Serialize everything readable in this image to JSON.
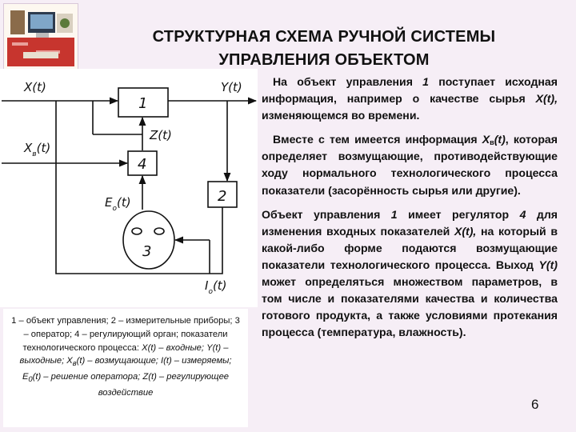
{
  "title_line1": "СТРУКТУРНАЯ СХЕМА РУЧНОЙ СИСТЕМЫ",
  "title_line2": "УПРАВЛЕНИЯ ОБЪЕКТОМ",
  "diagram": {
    "labels": {
      "x": "X(t)",
      "y": "Y(t)",
      "z": "Z(t)",
      "xv": "X",
      "xv_sub": "в",
      "xv_tail": "(t)",
      "eo": "E",
      "eo_sub": "о",
      "eo_tail": "(t)",
      "io": "I",
      "io_sub": "о",
      "io_tail": "(t)"
    },
    "blocks": {
      "b1": "1",
      "b2": "2",
      "b3": "3",
      "b4": "4"
    }
  },
  "caption": {
    "c1": "1 – объект управления; 2 – измерительные приборы; 3 – оператор; 4 – регулирующий орган; показатели технологического процесса: ",
    "c2": "X(t) – входные; Y(t) – выходные; X",
    "c2_sub": "в",
    "c3": "(t) – возмущающие;  I(t) – измеряемы; E",
    "c3_sub": "0",
    "c4": "(t) – решение оператора;  Z(t) – регулирующее воздействие"
  },
  "paragraphs": {
    "p1_a": "На объект управления ",
    "p1_b": "1",
    "p1_c": " поступает исходная информация, например о качестве сырья ",
    "p1_d": "X(t),",
    "p1_e": " изменяющемся во времени.",
    "p2_a": "Вместе с тем имеется информация ",
    "p2_b": "X",
    "p2_sub": "в",
    "p2_c": "(t)",
    "p2_d": ", которая определяет возмущающие, противодействующие ходу нормального технологического процесса показатели (засорённость сырья или другие).",
    "p3_a": "Объект управления ",
    "p3_b": "1",
    "p3_c": " имеет регулятор ",
    "p3_d": "4",
    "p3_e": " для изменения входных показателей ",
    "p3_f": "X(t),",
    "p3_g": " на который в какой-либо форме подаются возмущающие показатели технологического процесса. Выход ",
    "p3_h": "Y(t)",
    "p3_i": " может определяться множеством параметров, в том числе и показателями качества и количества готового продукта, а также условиями протекания процесса (температура, влажность)."
  },
  "page_number": "6"
}
